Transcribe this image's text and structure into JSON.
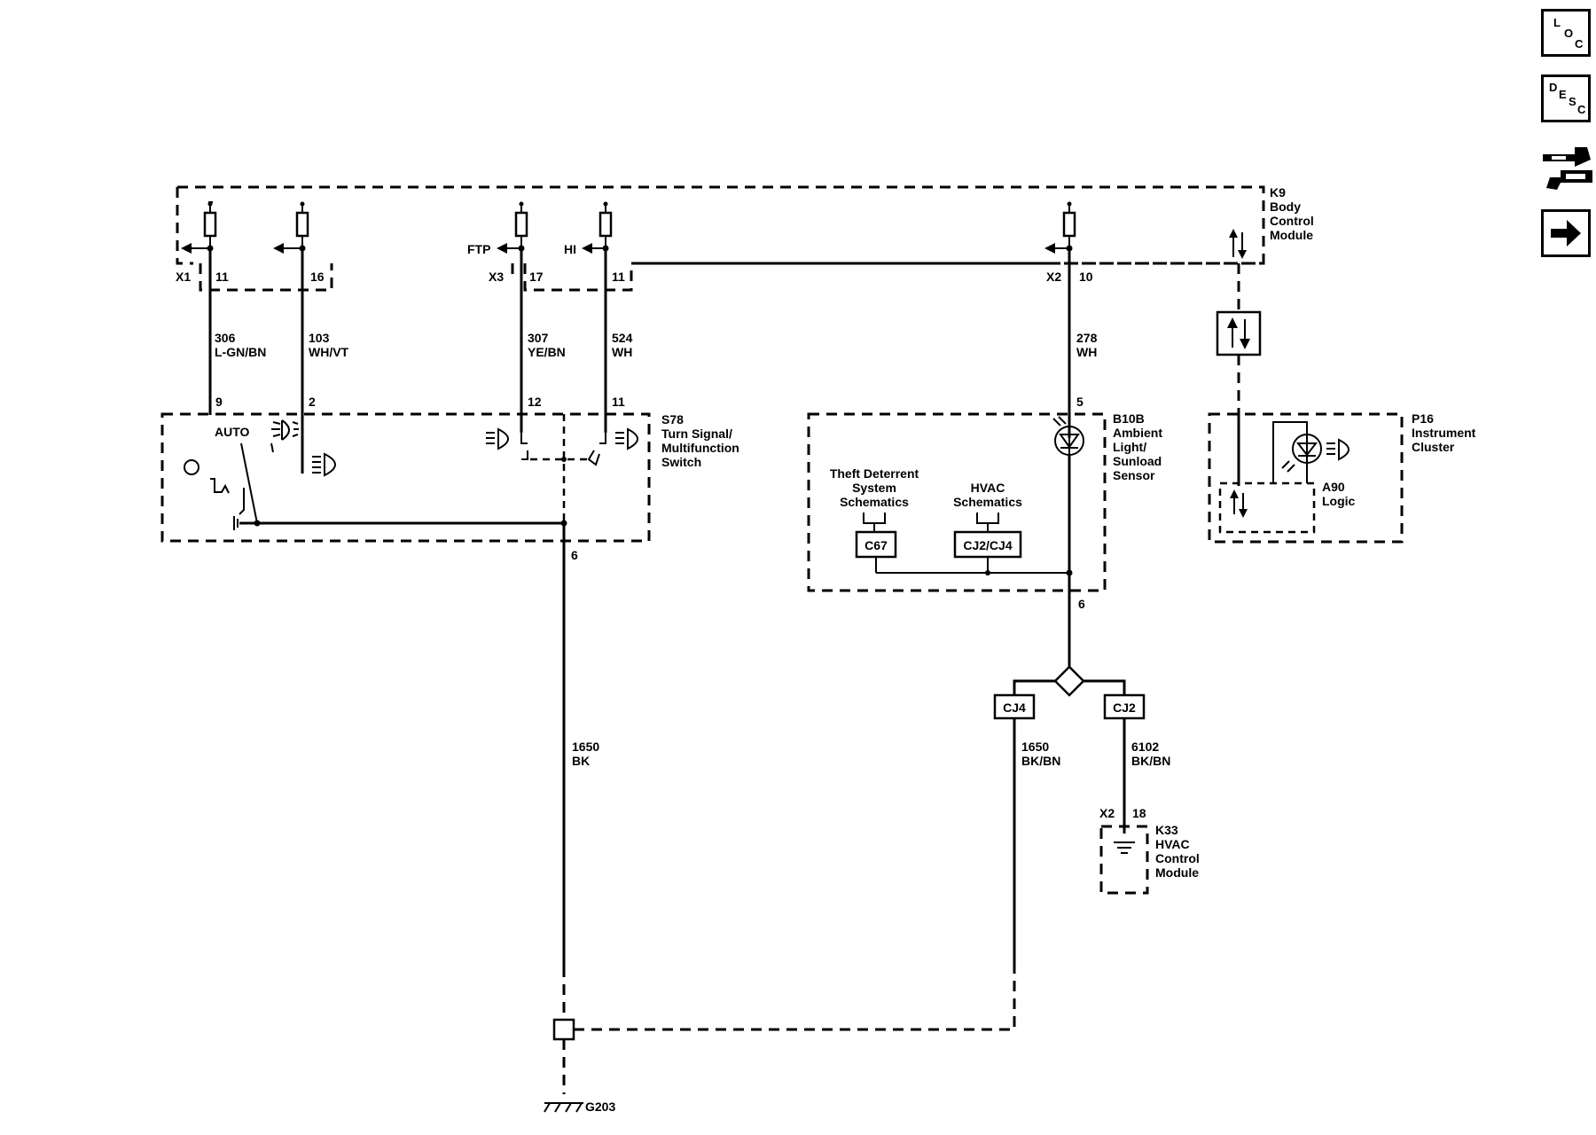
{
  "nav": {
    "loc": {
      "l1": "L",
      "l2": "O",
      "l3": "C"
    },
    "desc": {
      "l1": "D",
      "l2": "E",
      "l3": "S",
      "l4": "C"
    }
  },
  "k9": {
    "id": "K9",
    "line1": "Body",
    "line2": "Control",
    "line3": "Module"
  },
  "connectors": {
    "x1": "X1",
    "x3": "X3",
    "x2": "X2",
    "ftp": "FTP",
    "hi": "HI"
  },
  "pins": {
    "k9_x1_a": "11",
    "k9_x1_b": "16",
    "k9_x3_a": "17",
    "k9_x3_b": "11",
    "k9_x2": "10",
    "s78_a": "9",
    "s78_b": "2",
    "s78_c": "12",
    "s78_d": "11",
    "s78_gnd": "6",
    "b10b_in": "5",
    "b10b_gnd": "6",
    "k33": "18"
  },
  "wires": {
    "w306": {
      "num": "306",
      "color": "L-GN/BN"
    },
    "w103": {
      "num": "103",
      "color": "WH/VT"
    },
    "w307": {
      "num": "307",
      "color": "YE/BN"
    },
    "w524": {
      "num": "524",
      "color": "WH"
    },
    "w278": {
      "num": "278",
      "color": "WH"
    },
    "w1650a": {
      "num": "1650",
      "color": "BK"
    },
    "w1650b": {
      "num": "1650",
      "color": "BK/BN"
    },
    "w6102": {
      "num": "6102",
      "color": "BK/BN"
    }
  },
  "s78": {
    "id": "S78",
    "line1": "Turn Signal/",
    "line2": "Multifunction",
    "line3": "Switch",
    "auto": "AUTO"
  },
  "b10b": {
    "id": "B10B",
    "line1": "Ambient",
    "line2": "Light/",
    "line3": "Sunload",
    "line4": "Sensor"
  },
  "theft": {
    "line1": "Theft Deterrent",
    "line2": "System",
    "line3": "Schematics"
  },
  "hvac_ref": {
    "line1": "HVAC",
    "line2": "Schematics"
  },
  "splices": {
    "c67": "C67",
    "cj2cj4": "CJ2/CJ4",
    "cj4": "CJ4",
    "cj2": "CJ2"
  },
  "p16": {
    "id": "P16",
    "line1": "Instrument",
    "line2": "Cluster"
  },
  "a90": {
    "id": "A90",
    "line1": "Logic"
  },
  "k33": {
    "id": "K33",
    "line1": "HVAC",
    "line2": "Control",
    "line3": "Module"
  },
  "ground": {
    "id": "G203"
  }
}
